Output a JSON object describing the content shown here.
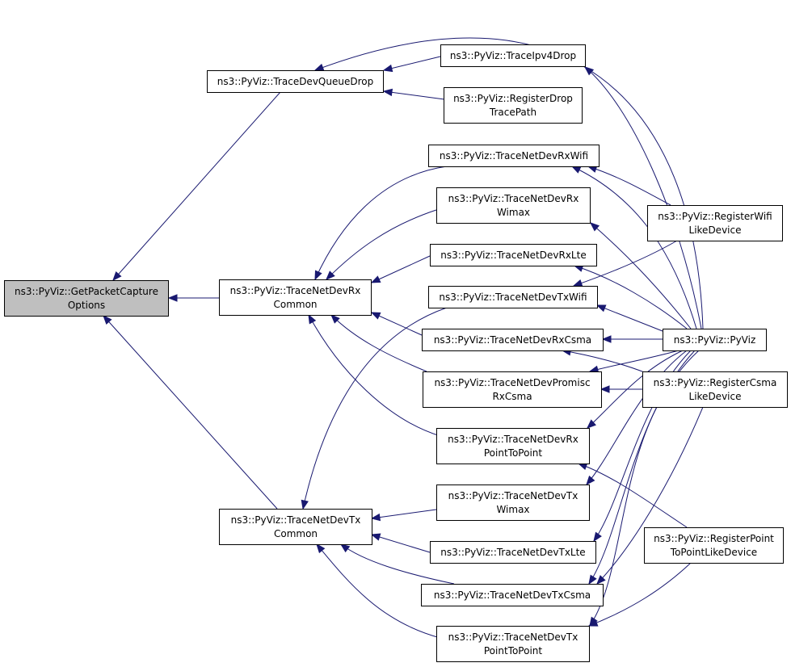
{
  "diagram": {
    "type": "call-graph",
    "nodes": [
      {
        "id": "get_packet_capture_options",
        "lines": [
          "ns3::PyViz::GetPacketCapture",
          "Options"
        ]
      },
      {
        "id": "trace_dev_queue_drop",
        "lines": [
          "ns3::PyViz::TraceDevQueueDrop"
        ]
      },
      {
        "id": "trace_ipv4_drop",
        "lines": [
          "ns3::PyViz::TraceIpv4Drop"
        ]
      },
      {
        "id": "register_drop_trace_path",
        "lines": [
          "ns3::PyViz::RegisterDrop",
          "TracePath"
        ]
      },
      {
        "id": "trace_net_dev_rx_wifi",
        "lines": [
          "ns3::PyViz::TraceNetDevRxWifi"
        ]
      },
      {
        "id": "trace_net_dev_rx_wimax",
        "lines": [
          "ns3::PyViz::TraceNetDevRx",
          "Wimax"
        ]
      },
      {
        "id": "trace_net_dev_rx_lte",
        "lines": [
          "ns3::PyViz::TraceNetDevRxLte"
        ]
      },
      {
        "id": "trace_net_dev_tx_wifi",
        "lines": [
          "ns3::PyViz::TraceNetDevTxWifi"
        ]
      },
      {
        "id": "trace_net_dev_rx_common",
        "lines": [
          "ns3::PyViz::TraceNetDevRx",
          "Common"
        ]
      },
      {
        "id": "trace_net_dev_rx_csma",
        "lines": [
          "ns3::PyViz::TraceNetDevRxCsma"
        ]
      },
      {
        "id": "trace_net_dev_promisc_rx_csma",
        "lines": [
          "ns3::PyViz::TraceNetDevPromisc",
          "RxCsma"
        ]
      },
      {
        "id": "trace_net_dev_rx_point_to_point",
        "lines": [
          "ns3::PyViz::TraceNetDevRx",
          "PointToPoint"
        ]
      },
      {
        "id": "trace_net_dev_tx_wimax",
        "lines": [
          "ns3::PyViz::TraceNetDevTx",
          "Wimax"
        ]
      },
      {
        "id": "trace_net_dev_tx_common",
        "lines": [
          "ns3::PyViz::TraceNetDevTx",
          "Common"
        ]
      },
      {
        "id": "trace_net_dev_tx_lte",
        "lines": [
          "ns3::PyViz::TraceNetDevTxLte"
        ]
      },
      {
        "id": "trace_net_dev_tx_csma",
        "lines": [
          "ns3::PyViz::TraceNetDevTxCsma"
        ]
      },
      {
        "id": "trace_net_dev_tx_point_to_point",
        "lines": [
          "ns3::PyViz::TraceNetDevTx",
          "PointToPoint"
        ]
      },
      {
        "id": "register_wifi_like_device",
        "lines": [
          "ns3::PyViz::RegisterWifi",
          "LikeDevice"
        ]
      },
      {
        "id": "pyviz",
        "lines": [
          "ns3::PyViz::PyViz"
        ]
      },
      {
        "id": "register_csma_like_device",
        "lines": [
          "ns3::PyViz::RegisterCsma",
          "LikeDevice"
        ]
      },
      {
        "id": "register_point_to_point_like_device",
        "lines": [
          "ns3::PyViz::RegisterPoint",
          "ToPointLikeDevice"
        ]
      }
    ],
    "edges": [
      {
        "from": "trace_dev_queue_drop",
        "to": "get_packet_capture_options"
      },
      {
        "from": "trace_net_dev_rx_common",
        "to": "get_packet_capture_options"
      },
      {
        "from": "trace_net_dev_tx_common",
        "to": "get_packet_capture_options"
      },
      {
        "from": "trace_ipv4_drop",
        "to": "trace_dev_queue_drop"
      },
      {
        "from": "register_drop_trace_path",
        "to": "trace_dev_queue_drop"
      },
      {
        "from": "pyviz",
        "to": "trace_dev_queue_drop"
      },
      {
        "from": "pyviz",
        "to": "trace_ipv4_drop"
      },
      {
        "from": "trace_net_dev_rx_wifi",
        "to": "trace_net_dev_rx_common"
      },
      {
        "from": "trace_net_dev_rx_wimax",
        "to": "trace_net_dev_rx_common"
      },
      {
        "from": "trace_net_dev_rx_lte",
        "to": "trace_net_dev_rx_common"
      },
      {
        "from": "trace_net_dev_rx_csma",
        "to": "trace_net_dev_rx_common"
      },
      {
        "from": "trace_net_dev_promisc_rx_csma",
        "to": "trace_net_dev_rx_common"
      },
      {
        "from": "trace_net_dev_rx_point_to_point",
        "to": "trace_net_dev_rx_common"
      },
      {
        "from": "trace_net_dev_tx_wifi",
        "to": "trace_net_dev_tx_common"
      },
      {
        "from": "trace_net_dev_tx_wimax",
        "to": "trace_net_dev_tx_common"
      },
      {
        "from": "trace_net_dev_tx_lte",
        "to": "trace_net_dev_tx_common"
      },
      {
        "from": "trace_net_dev_tx_csma",
        "to": "trace_net_dev_tx_common"
      },
      {
        "from": "trace_net_dev_tx_point_to_point",
        "to": "trace_net_dev_tx_common"
      },
      {
        "from": "pyviz",
        "to": "trace_net_dev_rx_wifi"
      },
      {
        "from": "register_wifi_like_device",
        "to": "trace_net_dev_rx_wifi"
      },
      {
        "from": "pyviz",
        "to": "trace_net_dev_rx_wimax"
      },
      {
        "from": "pyviz",
        "to": "trace_net_dev_rx_lte"
      },
      {
        "from": "pyviz",
        "to": "trace_net_dev_tx_wifi"
      },
      {
        "from": "register_wifi_like_device",
        "to": "trace_net_dev_tx_wifi"
      },
      {
        "from": "pyviz",
        "to": "trace_net_dev_rx_csma"
      },
      {
        "from": "register_csma_like_device",
        "to": "trace_net_dev_rx_csma"
      },
      {
        "from": "pyviz",
        "to": "trace_net_dev_promisc_rx_csma"
      },
      {
        "from": "register_csma_like_device",
        "to": "trace_net_dev_promisc_rx_csma"
      },
      {
        "from": "pyviz",
        "to": "trace_net_dev_rx_point_to_point"
      },
      {
        "from": "register_point_to_point_like_device",
        "to": "trace_net_dev_rx_point_to_point"
      },
      {
        "from": "pyviz",
        "to": "trace_net_dev_tx_wimax"
      },
      {
        "from": "pyviz",
        "to": "trace_net_dev_tx_lte"
      },
      {
        "from": "pyviz",
        "to": "trace_net_dev_tx_csma"
      },
      {
        "from": "register_csma_like_device",
        "to": "trace_net_dev_tx_csma"
      },
      {
        "from": "pyviz",
        "to": "trace_net_dev_tx_point_to_point"
      },
      {
        "from": "register_point_to_point_like_device",
        "to": "trace_net_dev_tx_point_to_point"
      }
    ],
    "colors": {
      "edge": "#191970",
      "root_fill": "#bfbfbf",
      "node_fill": "#ffffff",
      "node_border": "#000000"
    }
  }
}
